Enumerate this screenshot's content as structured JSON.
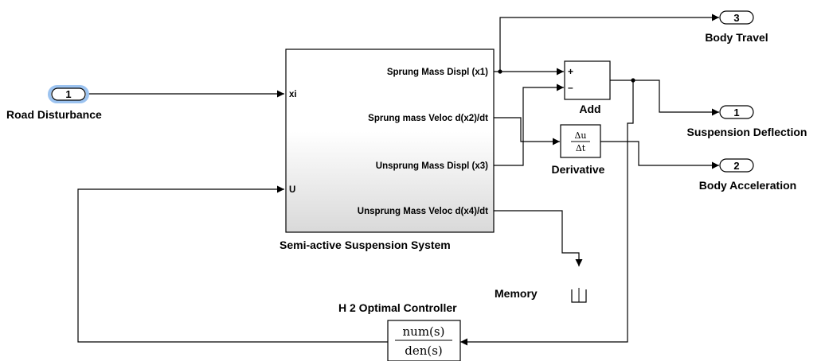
{
  "inports": [
    {
      "number": "1",
      "label": "Road Disturbance"
    }
  ],
  "outports": [
    {
      "number": "3",
      "label": "Body Travel"
    },
    {
      "number": "1",
      "label": "Suspension Deflection"
    },
    {
      "number": "2",
      "label": "Body Acceleration"
    }
  ],
  "subsystem": {
    "name": "Semi-active Suspension System",
    "inputs": [
      "xi",
      "U"
    ],
    "outputs": [
      "Sprung Mass Displ (x1)",
      "Sprung mass Veloc d(x2)/dt",
      "Unsprung Mass Displ (x3)",
      "Unsprung Mass Veloc d(x4)/dt"
    ]
  },
  "add_block": {
    "name": "Add",
    "signs": [
      "+",
      "–"
    ]
  },
  "derivative_block": {
    "name": "Derivative",
    "top": "Δu",
    "bottom": "Δt"
  },
  "memory_block": {
    "name": "Memory"
  },
  "controller_block": {
    "name": "H 2 Optimal Controller",
    "numerator": "num(s)",
    "denominator": "den(s)"
  },
  "colors": {
    "selection_halo": "#9cc3f0",
    "subsystem_gradient_bottom": "#d9d9d9"
  }
}
